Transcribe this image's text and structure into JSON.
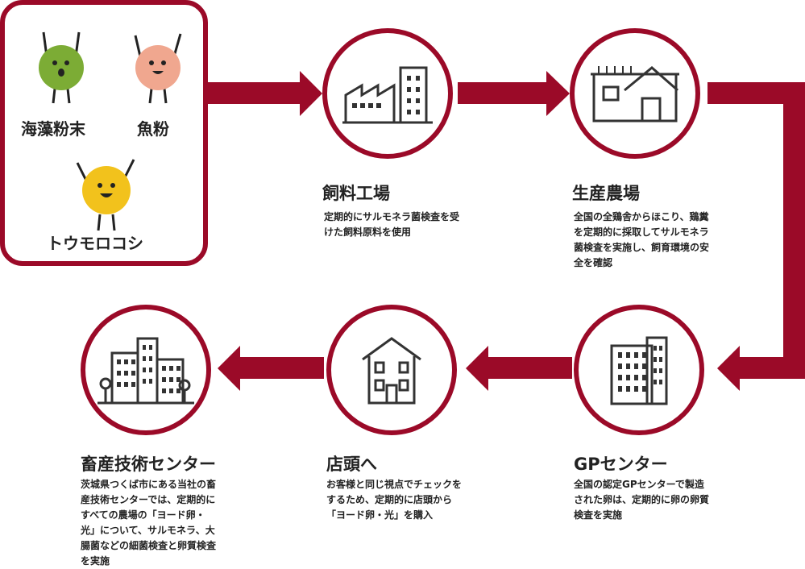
{
  "ingredients": [
    {
      "label": "海藻粉末",
      "color": "#7cac35"
    },
    {
      "label": "魚粉",
      "color": "#f0a78f"
    },
    {
      "label": "トウモロコシ",
      "color": "#f2c21c"
    }
  ],
  "stages": [
    {
      "title": "飼料工場",
      "desc": "定期的にサルモネラ菌検査を受けた飼料原料を使用",
      "icon": "factory-icon"
    },
    {
      "title": "生産農場",
      "desc": "全国の全鶏舎からほこり、鶏糞を定期的に採取してサルモネラ菌検査を実施し、飼育環境の安全を確認",
      "icon": "farmhouse-icon"
    },
    {
      "title": "GPセンター",
      "desc": "全国の認定GPセンターで製造された卵は、定期的に卵の卵質検査を実施",
      "icon": "office-building-icon"
    },
    {
      "title": "店頭へ",
      "desc": "お客様と同じ視点でチェックをするため、定期的に店頭から「ヨード卵・光」を購入",
      "icon": "shop-house-icon"
    },
    {
      "title": "畜産技術センター",
      "desc": "茨城県つくば市にある当社の畜産技術センターでは、定期的にすべての農場の「ヨード卵・光」について、サルモネラ、大腸菌などの細菌検査と卵質検査を実施",
      "icon": "city-buildings-icon"
    }
  ],
  "colors": {
    "accent": "#9b0a28",
    "icon": "#333333"
  }
}
